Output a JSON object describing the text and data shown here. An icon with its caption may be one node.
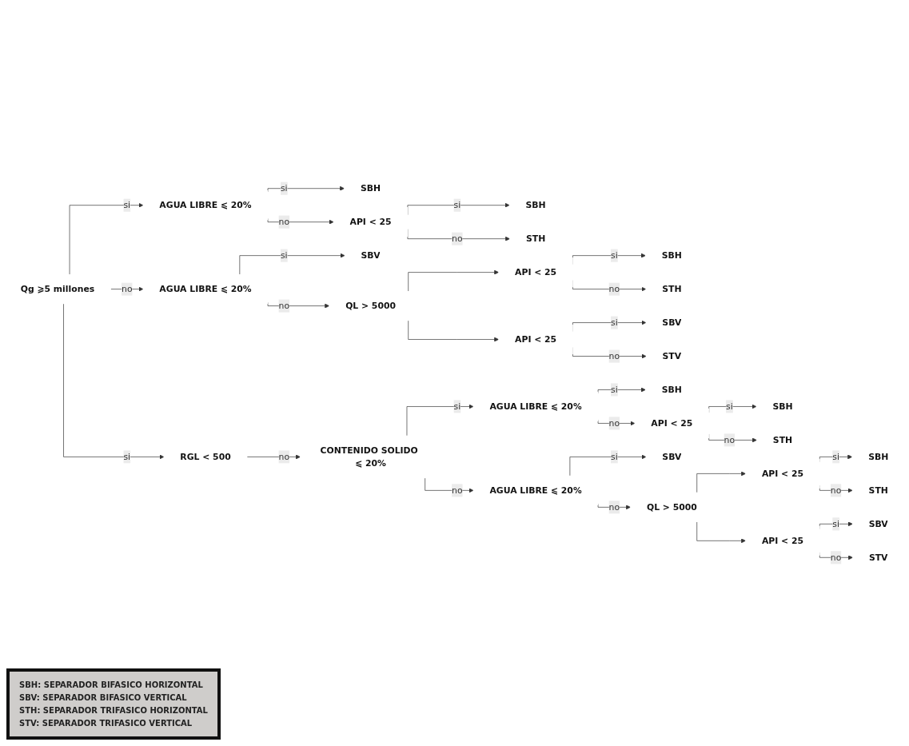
{
  "diagram": {
    "nodes": [
      {
        "text": [
          "Qg ⩾5 millones"
        ]
      },
      {
        "text": [
          "AGUA LIBRE ⩽ 20%"
        ]
      },
      {
        "text": [
          "SBH"
        ]
      },
      {
        "text": [
          "API < 25"
        ]
      },
      {
        "text": [
          "SBH"
        ]
      },
      {
        "text": [
          "STH"
        ]
      },
      {
        "text": [
          "AGUA LIBRE ⩽ 20%"
        ]
      },
      {
        "text": [
          "SBV"
        ]
      },
      {
        "text": [
          "QL > 5000"
        ]
      },
      {
        "text": [
          "API < 25"
        ]
      },
      {
        "text": [
          "SBH"
        ]
      },
      {
        "text": [
          "STH"
        ]
      },
      {
        "text": [
          "API < 25"
        ]
      },
      {
        "text": [
          "SBV"
        ]
      },
      {
        "text": [
          "STV"
        ]
      },
      {
        "text": [
          "RGL < 500"
        ]
      },
      {
        "text": [
          "CONTENIDO SOLIDO ⩽ 20%"
        ]
      },
      {
        "text": [
          "AGUA LIBRE ⩽ 20%"
        ]
      },
      {
        "text": [
          "SBH"
        ]
      },
      {
        "text": [
          "API < 25"
        ]
      },
      {
        "text": [
          "SBH"
        ]
      },
      {
        "text": [
          "STH"
        ]
      },
      {
        "text": [
          "AGUA LIBRE ⩽ 20%"
        ]
      },
      {
        "text": [
          "SBV"
        ]
      },
      {
        "text": [
          "QL > 5000"
        ]
      },
      {
        "text": [
          "API < 25"
        ]
      },
      {
        "text": [
          "SBH"
        ]
      },
      {
        "text": [
          "STH"
        ]
      },
      {
        "text": [
          "API < 25"
        ]
      },
      {
        "text": [
          "SBV"
        ]
      },
      {
        "text": [
          "STV"
        ]
      }
    ],
    "edges": [
      {
        "from": 0,
        "to": 1,
        "arrow": "to",
        "label": "si"
      },
      {
        "from": 0,
        "to": 6,
        "arrow": "to",
        "label": "no"
      },
      {
        "from": 0,
        "to": 15,
        "arrow": "to",
        "label": "si"
      },
      {
        "from": 1,
        "to": 2,
        "arrow": "to",
        "label": "si"
      },
      {
        "from": 1,
        "to": 3,
        "arrow": "to",
        "label": "no"
      },
      {
        "from": 3,
        "to": 4,
        "arrow": "to",
        "label": "si"
      },
      {
        "from": 3,
        "to": 5,
        "arrow": "to",
        "label": "no"
      },
      {
        "from": 6,
        "to": 7,
        "arrow": "to",
        "label": "si"
      },
      {
        "from": 6,
        "to": 8,
        "arrow": "to",
        "label": "no"
      },
      {
        "from": 8,
        "to": 9,
        "arrow": "to"
      },
      {
        "from": 8,
        "to": 12,
        "arrow": "to"
      },
      {
        "from": 9,
        "to": 10,
        "arrow": "to",
        "label": "si"
      },
      {
        "from": 9,
        "to": 11,
        "arrow": "to",
        "label": "no"
      },
      {
        "from": 12,
        "to": 13,
        "arrow": "to",
        "label": "si"
      },
      {
        "from": 12,
        "to": 14,
        "arrow": "to",
        "label": "no"
      },
      {
        "from": 15,
        "to": 16,
        "arrow": "to",
        "label": "no"
      },
      {
        "from": 16,
        "to": 17,
        "arrow": "to",
        "label": "si"
      },
      {
        "from": 16,
        "to": 22,
        "arrow": "to",
        "label": "no"
      },
      {
        "from": 17,
        "to": 18,
        "arrow": "to",
        "label": "si"
      },
      {
        "from": 17,
        "to": 19,
        "arrow": "to",
        "label": "no"
      },
      {
        "from": 19,
        "to": 20,
        "arrow": "to",
        "label": "si"
      },
      {
        "from": 19,
        "to": 21,
        "arrow": "to",
        "label": "no"
      },
      {
        "from": 22,
        "to": 23,
        "arrow": "to",
        "label": "si"
      },
      {
        "from": 22,
        "to": 24,
        "arrow": "to",
        "label": "no"
      },
      {
        "from": 24,
        "to": 25,
        "arrow": "to"
      },
      {
        "from": 24,
        "to": 28,
        "arrow": "to"
      },
      {
        "from": 25,
        "to": 26,
        "arrow": "to",
        "label": "si"
      },
      {
        "from": 25,
        "to": 27,
        "arrow": "to",
        "label": "no"
      },
      {
        "from": 28,
        "to": 29,
        "arrow": "to",
        "label": "si"
      },
      {
        "from": 28,
        "to": 30,
        "arrow": "to",
        "label": "no"
      }
    ],
    "labels": [
      "SBH: SEPARADOR BIFASICO HORIZONTAL",
      "SBV: SEPARADOR BIFASICO VERTICAL",
      "STH: SEPARADOR TRIFASICO HORIZONTAL",
      "STV: SEPARADOR TRIFASICO VERTICAL"
    ]
  }
}
